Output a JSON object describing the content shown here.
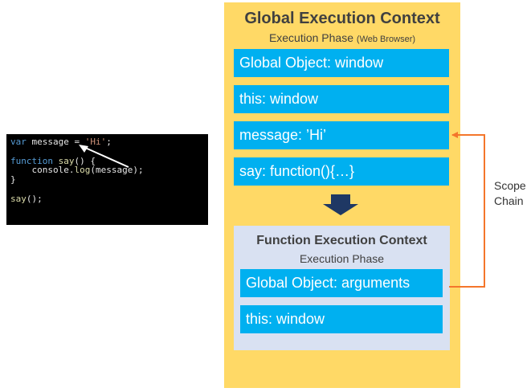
{
  "code": {
    "lines": [
      [
        {
          "t": "var",
          "c": "kw"
        },
        {
          "t": " message = ",
          "c": "plain"
        },
        {
          "t": "'Hi'",
          "c": "str"
        },
        {
          "t": ";",
          "c": "plain"
        }
      ],
      [],
      [
        {
          "t": "function",
          "c": "kw"
        },
        {
          "t": " ",
          "c": "plain"
        },
        {
          "t": "say",
          "c": "fn"
        },
        {
          "t": "() {",
          "c": "plain"
        }
      ],
      [
        {
          "t": "    console.",
          "c": "plain"
        },
        {
          "t": "log",
          "c": "fn"
        },
        {
          "t": "(message);",
          "c": "plain"
        }
      ],
      [
        {
          "t": "}",
          "c": "plain"
        }
      ],
      [],
      [
        {
          "t": "say",
          "c": "fn"
        },
        {
          "t": "();",
          "c": "plain"
        }
      ]
    ]
  },
  "global_context": {
    "title": "Global Execution Context",
    "phase": "Execution Phase",
    "phase_note": "(Web Browser)",
    "items": [
      "Global Object: window",
      "this: window",
      "message: ’Hi’",
      "say: function(){…}"
    ]
  },
  "function_context": {
    "title": "Function Execution Context",
    "phase": "Execution Phase",
    "items": [
      "Global Object: arguments",
      "this: window"
    ]
  },
  "scope_chain": {
    "line1": "Scope",
    "line2": "Chain"
  },
  "colors": {
    "global_bg": "#ffd966",
    "function_bg": "#d9e1f2",
    "item_bg": "#00b0f0",
    "scope_arrow": "#f4762b",
    "down_arrow": "#1f3864"
  }
}
